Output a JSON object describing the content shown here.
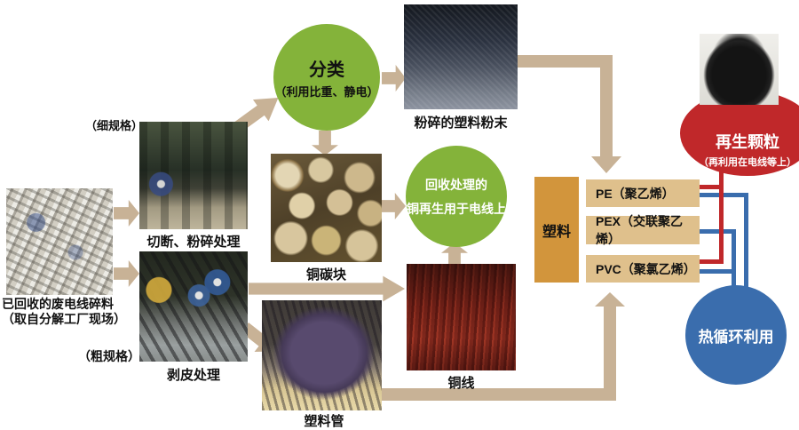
{
  "labels": {
    "source_line1": "已回收的废电线碎料",
    "source_line2": "（取自分解工厂现场）",
    "fine_spec": "（细规格）",
    "coarse_spec": "（粗规格）",
    "cutting": "切断、粉碎处理",
    "peeling": "剥皮处理",
    "powder": "粉碎的塑料粉末",
    "nugget": "铜碳块",
    "wire": "铜线",
    "pipe": "塑料管"
  },
  "nodes": {
    "sort_circle": {
      "title": "分类",
      "subtitle": "（利用比重、静电）"
    },
    "copper_circle": {
      "line1": "回收处理的",
      "line2": "铜再生用于电线上"
    },
    "plastic_box": {
      "label": "塑料"
    },
    "material_boxes": [
      {
        "label": "PE（聚乙烯）"
      },
      {
        "label": "PEX（交联聚乙烯）"
      },
      {
        "label": "PVC（聚氯乙烯）"
      }
    ],
    "pellets_circle": {
      "title": "再生颗粒",
      "subtitle": "（再利用在电线等上）"
    },
    "thermal_circle": {
      "label": "热循环利用"
    }
  },
  "colors": {
    "circle_green": "#84b33a",
    "arrow_tan": "#c8b296",
    "box_orange": "#d2953c",
    "box_tan": "#dfc08c",
    "accent_red": "#c0282a",
    "accent_blue": "#3a6dad"
  }
}
